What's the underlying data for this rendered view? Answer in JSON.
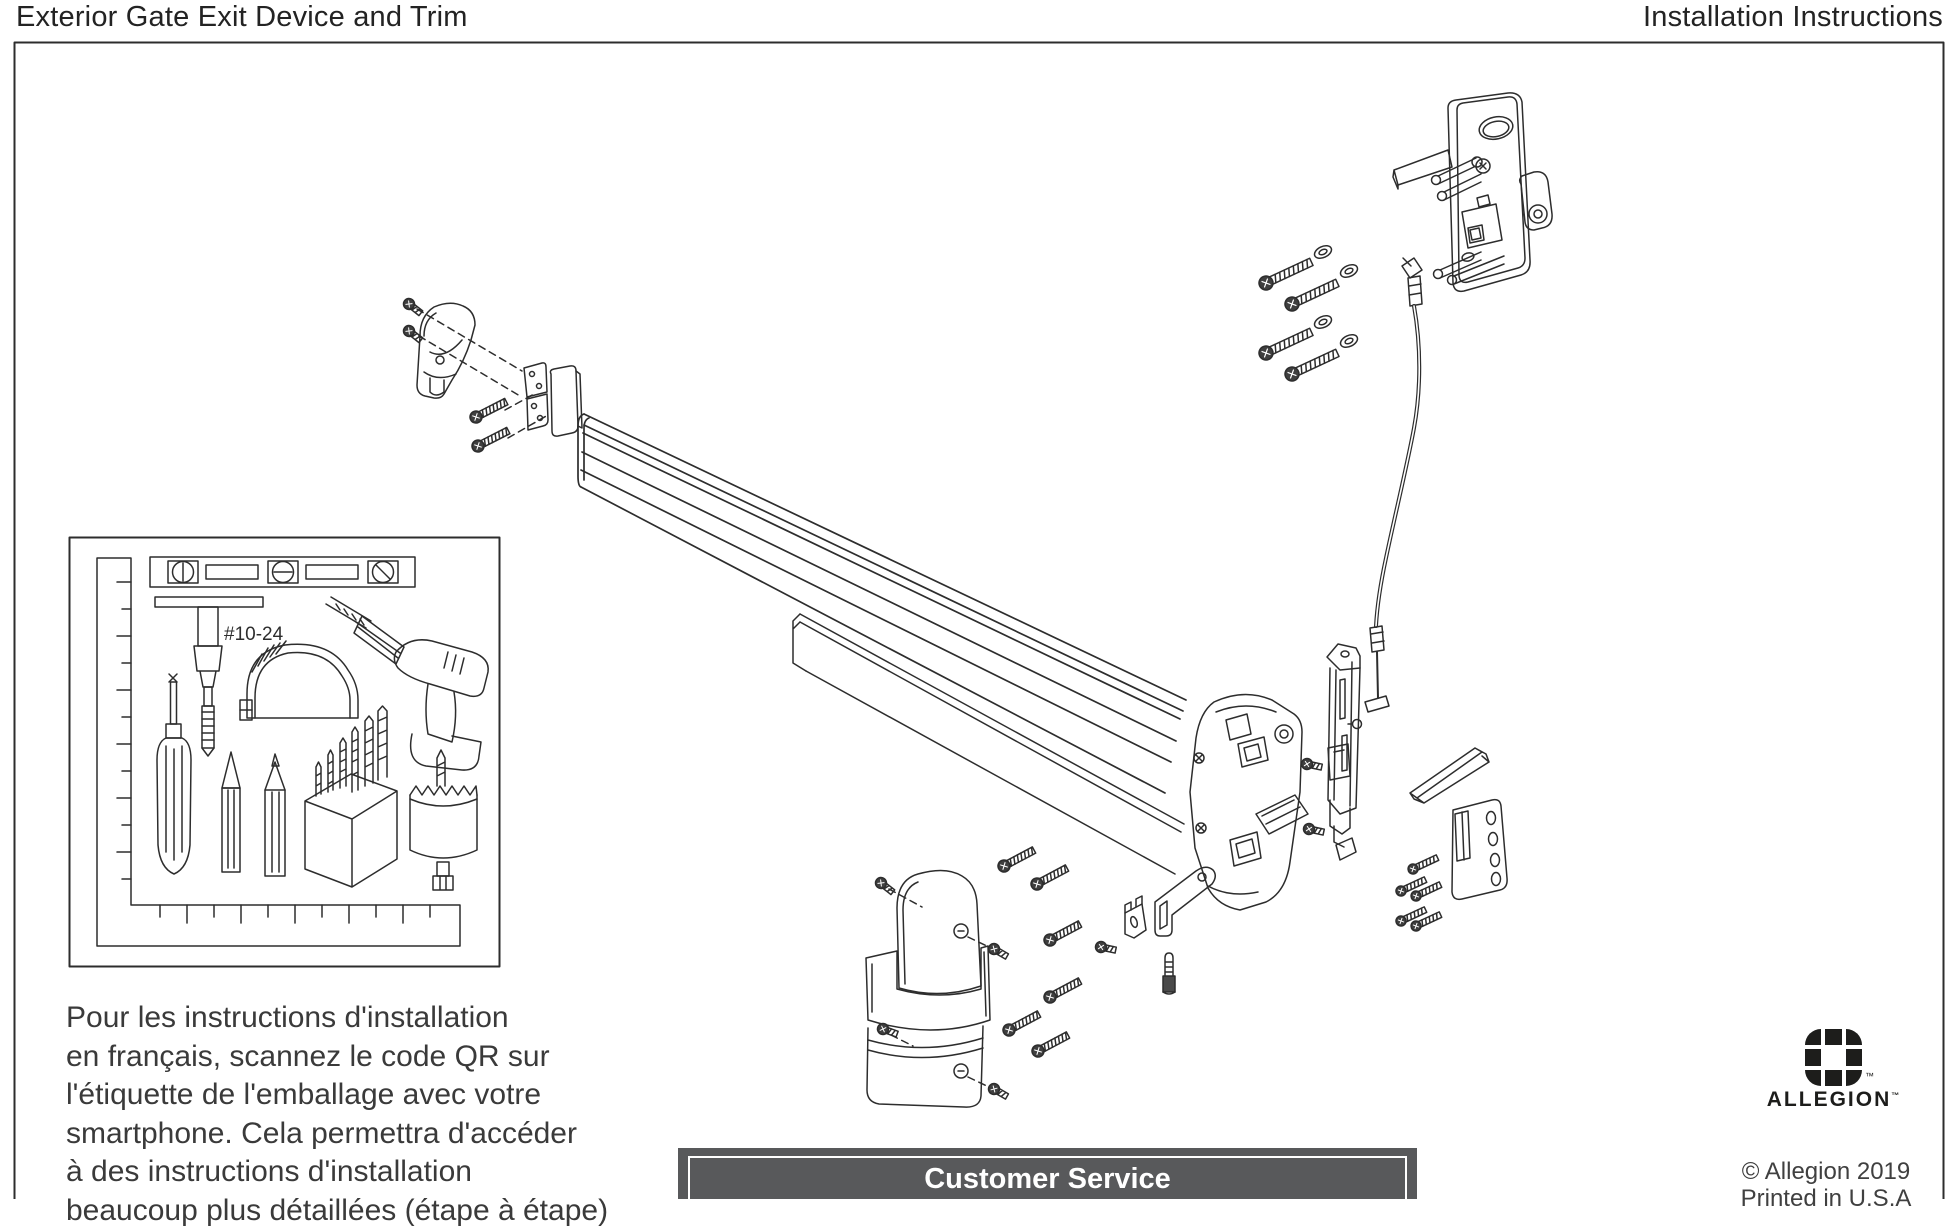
{
  "page": {
    "title": "Exterior Gate Exit Device and Trim",
    "subtitle_right": "Installation Instructions"
  },
  "diagram": {
    "tap_size_label": "#10-24",
    "parts": [
      "exterior-trim-assembly",
      "trim-mounting-screws-and-washers",
      "release-cable",
      "end-cap",
      "end-cap-bracket",
      "push-bar",
      "base-rail",
      "center-chassis",
      "vertical-slide-channel",
      "cam-arm",
      "spacer-plate",
      "keeper-plate",
      "gate-box-cover",
      "attachment-screws",
      "tools-required-box"
    ]
  },
  "french_note": {
    "lines": [
      "Pour les instructions d'installation",
      "en français, scannez le code QR sur",
      "l'étiquette de l'emballage avec votre",
      "smartphone. Cela permettra d'accéder",
      "à des instructions d'installation",
      "beaucoup plus détaillées (étape à étape)"
    ]
  },
  "customer_service": {
    "label": "Customer Service"
  },
  "footer": {
    "brand": "ALLEGION",
    "trademark": "™",
    "copyright": "© Allegion 2019",
    "printed_in": "Printed in U.S.A"
  },
  "colors": {
    "background": "#ffffff",
    "line_art": "#2d2d2d",
    "ink": "#231f20",
    "body_text": "#3a3a3a",
    "service_bar_bg": "#58595b",
    "service_bar_text": "#ffffff",
    "logo": "#1d1d1b"
  }
}
